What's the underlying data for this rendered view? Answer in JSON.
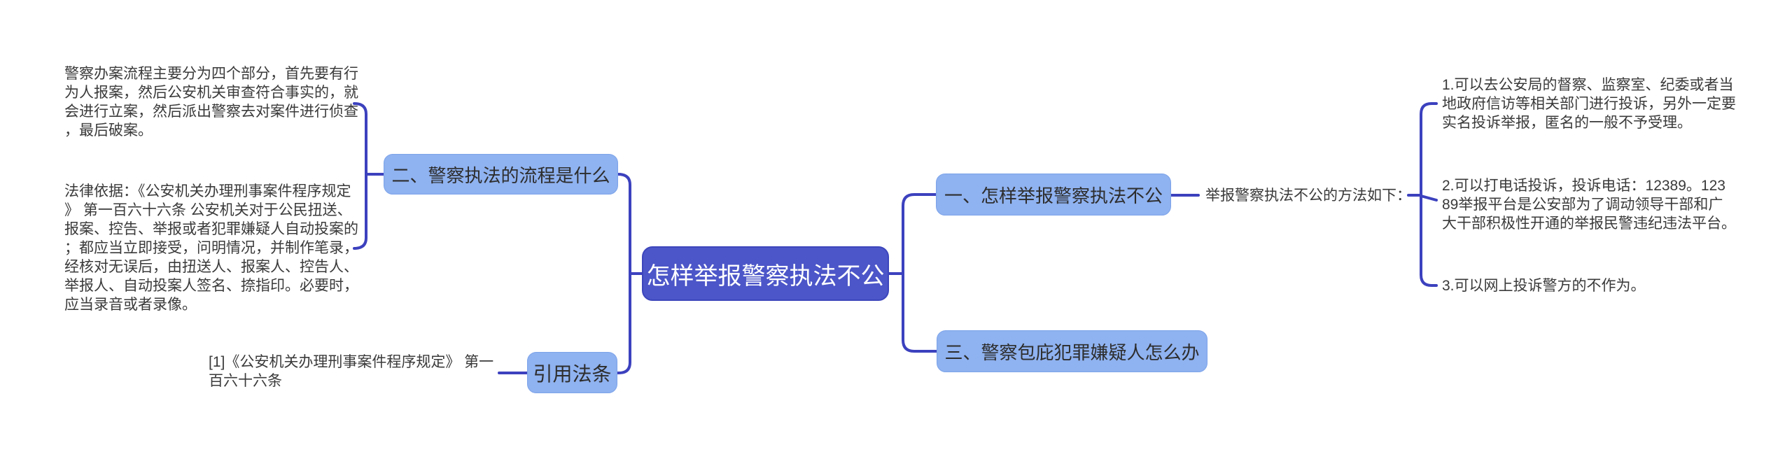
{
  "diagram": {
    "type": "mindmap",
    "colors": {
      "central_bg": "#4C56C8",
      "central_border": "#3D46BC",
      "central_text": "#FFFFFF",
      "node_bg": "#8FB2F0",
      "node_border": "#7DA4EA",
      "node_text": "#2D2D2D",
      "line_color": "#3C41BE",
      "body_text": "#3A3A3A",
      "canvas_bg": "#FFFFFF"
    },
    "central": {
      "label": "怎样举报警察执法不公"
    },
    "branches": {
      "flow": {
        "label": "二、警察执法的流程是什么",
        "note_process": "警察办案流程主要分为四个部分，首先要有行\n为人报案，然后公安机关审查符合事实的，就\n会进行立案，然后派出警察去对案件进行侦查\n，最后破案。",
        "note_legal_basis": "法律依据：《公安机关办理刑事案件程序规定\n》 第一百六十六条 公安机关对于公民扭送、\n报案、控告、举报或者犯罪嫌疑人自动投案的\n；都应当立即接受，问明情况，并制作笔录，\n经核对无误后，由扭送人、报案人、控告人、\n举报人、自动投案人签名、捺指印。必要时，\n应当录音或者录像。"
      },
      "report": {
        "label": "一、怎样举报警察执法不公",
        "intro": "举报警察执法不公的方法如下：",
        "method_1": "1.可以去公安局的督察、监察室、纪委或者当\n地政府信访等相关部门进行投诉，另外一定要\n实名投诉举报，匿名的一般不予受理。",
        "method_2": "2.可以打电话投诉，投诉电话：12389。123\n89举报平台是公安部为了调动领导干部和广\n大干部积极性开通的举报民警违纪违法平台。",
        "method_3": "3.可以网上投诉警方的不作为。"
      },
      "cover": {
        "label": "三、警察包庇犯罪嫌疑人怎么办"
      },
      "citation": {
        "label": "引用法条",
        "reference": "[1]《公安机关办理刑事案件程序规定》 第一\n百六十六条"
      }
    }
  }
}
